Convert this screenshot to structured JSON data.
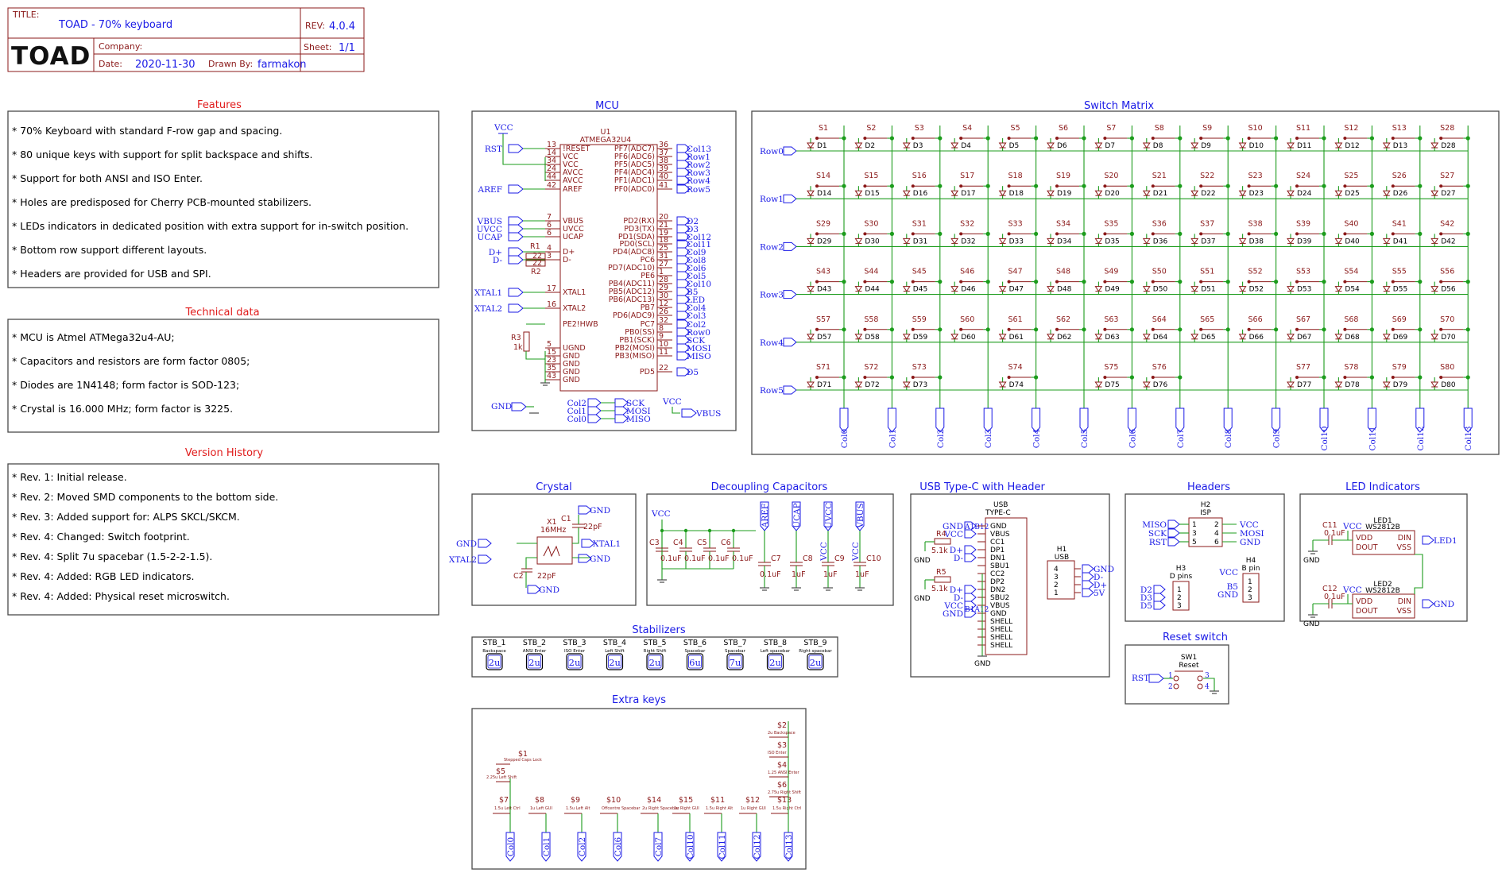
{
  "title_block": {
    "title_label": "TITLE:",
    "title": "TOAD - 70% keyboard",
    "rev_label": "REV:",
    "rev": "4.0.4",
    "logo": "TOAD",
    "company_label": "Company:",
    "sheet_label": "Sheet:",
    "sheet": "1/1",
    "date_label": "Date:",
    "date": "2020-11-30",
    "drawn_label": "Drawn By:",
    "drawn_by": "farmakon"
  },
  "colors": {
    "note_title": "#e01b1b",
    "section_title": "#1a1ae6",
    "component": "#8b1a1a",
    "wire": "#1c9c1c",
    "label": "#1a1ae6",
    "frame": "#4a4a4a"
  },
  "features": {
    "title": "Features",
    "items": [
      "* 70% Keyboard with standard F-row gap and spacing.",
      "* 80 unique keys with support for split backspace and shifts.",
      "* Support for both ANSI and ISO Enter.",
      "* Holes are predisposed for Cherry PCB-mounted stabilizers.",
      "* LEDs indicators in dedicated position with extra support for in-switch position.",
      "* Bottom row support different layouts.",
      "* Headers are provided for USB and SPI."
    ]
  },
  "technical": {
    "title": "Technical data",
    "items": [
      "* MCU is Atmel ATMega32u4-AU;",
      "* Capacitors and resistors are form factor 0805;",
      "* Diodes are 1N4148; form factor is SOD-123;",
      "* Crystal is 16.000 MHz; form factor is 3225."
    ]
  },
  "history": {
    "title": "Version History",
    "items": [
      "* Rev. 1: Initial release.",
      "* Rev. 2: Moved SMD components to the bottom side.",
      "* Rev. 3: Added support for: ALPS SKCL/SKCM.",
      "* Rev. 4: Changed: Switch footprint.",
      "* Rev. 4: Split 7u spacebar (1.5-2-2-1.5).",
      "* Rev. 4: Added: RGB LED indicators.",
      "* Rev. 4: Added: Physical reset microswitch."
    ]
  },
  "sections": {
    "mcu": "MCU",
    "switch_matrix": "Switch Matrix",
    "crystal": "Crystal",
    "decoupling": "Decoupling Capacitors",
    "usb": "USB Type-C with Header",
    "headers": "Headers",
    "led": "LED Indicators",
    "stabilizers": "Stabilizers",
    "reset": "Reset switch",
    "extra": "Extra keys"
  },
  "mcu": {
    "ref": "U1",
    "part": "ATMEGA32U4",
    "left_pins": [
      {
        "num": "13",
        "name": "!RESET",
        "net": "RST"
      },
      {
        "num": "14",
        "name": "VCC",
        "net": ""
      },
      {
        "num": "34",
        "name": "VCC",
        "net": ""
      },
      {
        "num": "24",
        "name": "AVCC",
        "net": ""
      },
      {
        "num": "44",
        "name": "AVCC",
        "net": ""
      },
      {
        "num": "42",
        "name": "AREF",
        "net": "AREF"
      },
      {
        "num": "7",
        "name": "VBUS",
        "net": "VBUS"
      },
      {
        "num": "6",
        "name": "UVCC",
        "net": "UVCC"
      },
      {
        "num": "6",
        "name": "UCAP",
        "net": "UCAP"
      },
      {
        "num": "4",
        "name": "D+",
        "net": "D+"
      },
      {
        "num": "3",
        "name": "D-",
        "net": "D-"
      },
      {
        "num": "17",
        "name": "XTAL1",
        "net": "XTAL1"
      },
      {
        "num": "16",
        "name": "XTAL2",
        "net": "XTAL2"
      },
      {
        "num": "",
        "name": "PE2!HWB",
        "net": ""
      },
      {
        "num": "5",
        "name": "UGND",
        "net": ""
      },
      {
        "num": "15",
        "name": "GND",
        "net": ""
      },
      {
        "num": "23",
        "name": "GND",
        "net": ""
      },
      {
        "num": "35",
        "name": "GND",
        "net": ""
      },
      {
        "num": "43",
        "name": "GND",
        "net": ""
      }
    ],
    "right_pins": [
      {
        "num": "36",
        "name": "PF7(ADC7)",
        "net": "Col13"
      },
      {
        "num": "37",
        "name": "PF6(ADC6)",
        "net": "Row1"
      },
      {
        "num": "38",
        "name": "PF5(ADC5)",
        "net": "Row2"
      },
      {
        "num": "39",
        "name": "PF4(ADC4)",
        "net": "Row3"
      },
      {
        "num": "40",
        "name": "PF1(ADC1)",
        "net": "Row4"
      },
      {
        "num": "41",
        "name": "PF0(ADC0)",
        "net": "Row5"
      },
      {
        "num": "20",
        "name": "PD2(RX)",
        "net": "D2"
      },
      {
        "num": "21",
        "name": "PD3(TX)",
        "net": "D3"
      },
      {
        "num": "19",
        "name": "PD1(SDA)",
        "net": "Col12"
      },
      {
        "num": "18",
        "name": "PD0(SCL)",
        "net": "Col11"
      },
      {
        "num": "25",
        "name": "PD4(ADC8)",
        "net": "Col9"
      },
      {
        "num": "31",
        "name": "PC6",
        "net": "Col8"
      },
      {
        "num": "27",
        "name": "PD7(ADC10)",
        "net": "Col6"
      },
      {
        "num": "1",
        "name": "PE6",
        "net": "Col5"
      },
      {
        "num": "28",
        "name": "PB4(ADC11)",
        "net": "Col10"
      },
      {
        "num": "29",
        "name": "PB5(ADC12)",
        "net": "B5"
      },
      {
        "num": "30",
        "name": "PB6(ADC13)",
        "net": "LED"
      },
      {
        "num": "12",
        "name": "PB7",
        "net": "Col4"
      },
      {
        "num": "26",
        "name": "PD6(ADC9)",
        "net": "Col3"
      },
      {
        "num": "32",
        "name": "PC7",
        "net": "Col2"
      },
      {
        "num": "8",
        "name": "PB0(SS)",
        "net": "Row0"
      },
      {
        "num": "9",
        "name": "PB1(SCK)",
        "net": "SCK"
      },
      {
        "num": "10",
        "name": "PB2(MOSI)",
        "net": "MOSI"
      },
      {
        "num": "11",
        "name": "PB3(MISO)",
        "net": "MISO"
      },
      {
        "num": "22",
        "name": "PD5",
        "net": "D5"
      }
    ],
    "resistor_r1": "R1",
    "resistor_r2": "R2",
    "r_value": "22",
    "r3": "R3",
    "r3_value": "1k",
    "vcc": "VCC",
    "gnd": "GND",
    "bottom_labels": [
      "Col2",
      "Col1",
      "Col0",
      "SCK",
      "MOSI",
      "MISO",
      "VCC",
      "VBUS"
    ]
  },
  "matrix": {
    "rows": [
      "Row0",
      "Row1",
      "Row2",
      "Row3",
      "Row4",
      "Row5"
    ],
    "cols": [
      "Col0",
      "Col1",
      "Col2",
      "Col3",
      "Col4",
      "Col5",
      "Col6",
      "Col7",
      "Col8",
      "Col9",
      "Col10",
      "Col11",
      "Col12",
      "Col13"
    ],
    "grid": [
      [
        1,
        2,
        3,
        4,
        5,
        6,
        7,
        8,
        9,
        10,
        11,
        12,
        13,
        28
      ],
      [
        14,
        15,
        16,
        17,
        18,
        19,
        20,
        21,
        22,
        23,
        24,
        25,
        26,
        27
      ],
      [
        29,
        30,
        31,
        32,
        33,
        34,
        35,
        36,
        37,
        38,
        39,
        40,
        41,
        42
      ],
      [
        43,
        44,
        45,
        46,
        47,
        48,
        49,
        50,
        51,
        52,
        53,
        54,
        55,
        56
      ],
      [
        57,
        58,
        59,
        60,
        61,
        62,
        63,
        64,
        65,
        66,
        67,
        68,
        69,
        70
      ],
      [
        71,
        72,
        73,
        0,
        74,
        0,
        75,
        76,
        0,
        0,
        77,
        78,
        79,
        80
      ]
    ]
  },
  "crystal": {
    "ref": "X1",
    "freq": "16MHz",
    "c1": "C1",
    "c2": "C2",
    "cap": "22pF",
    "labels": [
      "GND",
      "XTAL1",
      "GND",
      "GND",
      "XTAL2",
      "GND"
    ]
  },
  "decoupling": {
    "caps": [
      "C3",
      "C4",
      "C5",
      "C6"
    ],
    "value": "0.1uF",
    "vcc": "VCC",
    "rails": [
      {
        "net": "AREF",
        "ref": "C7",
        "value": "0.1uF"
      },
      {
        "net": "UCAP",
        "ref": "C8",
        "value": "1uF"
      },
      {
        "net": "UVCC",
        "ref": "C9",
        "value": "1uF"
      },
      {
        "net": "VBUS",
        "ref": "C10",
        "value": "1uF"
      }
    ],
    "vcc_labels": [
      "VCC",
      "VCC"
    ]
  },
  "usb": {
    "ref": "USB",
    "part": "TYPE-C",
    "pins": [
      "GND",
      "VBUS",
      "CC1",
      "DP1",
      "DN1",
      "SBU1",
      "CC2",
      "DP2",
      "DN2",
      "SBU2",
      "VBUS",
      "GND",
      "SHELL",
      "SHELL",
      "SHELL",
      "SHELL"
    ],
    "r4": "R4",
    "r5": "R5",
    "r_value": "5.1k",
    "pin_nums_a": "A1B12",
    "pin_nums_b": "B1A12",
    "header_ref": "H1",
    "header_name": "USB",
    "header_pins": [
      {
        "num": "4",
        "net": "GND"
      },
      {
        "num": "3",
        "net": "D-"
      },
      {
        "num": "2",
        "net": "D+"
      },
      {
        "num": "1",
        "net": "5V"
      }
    ],
    "left_labels": [
      "GND",
      "VCC",
      "D+",
      "D-",
      "D+",
      "D-",
      "VCC",
      "GND"
    ],
    "gnd": "GND"
  },
  "headers": {
    "h2_ref": "H2",
    "h2_name": "ISP",
    "h2_pins_left": [
      "1",
      "3",
      "5"
    ],
    "h2_pins_right": [
      "2",
      "4",
      "6"
    ],
    "h2_left_nets": [
      "MISO",
      "SCK",
      "RST"
    ],
    "h2_right_nets": [
      "VCC",
      "MOSI",
      "GND"
    ],
    "h3_ref": "H3",
    "h3_name": "D pins",
    "h3_nets": [
      "D2",
      "D3",
      "D5"
    ],
    "h3_pins": [
      "1",
      "2",
      "3"
    ],
    "h4_ref": "H4",
    "h4_name": "B pin",
    "h4_nets": [
      "VCC",
      "B5",
      "GND"
    ],
    "h4_pins": [
      "1",
      "2",
      "3"
    ]
  },
  "led": {
    "led1": {
      "ref": "LED1",
      "part": "WS2812B",
      "cap": "C11",
      "cap_value": "0.1uF",
      "out_net": "LED1",
      "gnd": "GND"
    },
    "led2": {
      "ref": "LED2",
      "part": "WS2812B",
      "cap": "C12",
      "cap_value": "0.1uF",
      "out_net": "GND",
      "gnd": "GND"
    },
    "pins": {
      "vdd": "VDD",
      "dout": "DOUT",
      "din": "DIN",
      "vss": "VSS"
    },
    "vcc": "VCC"
  },
  "stabilizers": [
    {
      "ref": "STB_1",
      "desc": "Backspace",
      "size": "2u"
    },
    {
      "ref": "STB_2",
      "desc": "ANSI Enter",
      "size": "2u"
    },
    {
      "ref": "STB_3",
      "desc": "ISO Enter",
      "size": "2u"
    },
    {
      "ref": "STB_4",
      "desc": "Left Shift",
      "size": "2u"
    },
    {
      "ref": "STB_5",
      "desc": "Right Shift",
      "size": "2u"
    },
    {
      "ref": "STB_6",
      "desc": "Spacebar",
      "size": "6u"
    },
    {
      "ref": "STB_7",
      "desc": "Spacebar",
      "size": "7u"
    },
    {
      "ref": "STB_8",
      "desc": "Left spacebar",
      "size": "2u"
    },
    {
      "ref": "STB_9",
      "desc": "Right spacebar",
      "size": "2u"
    }
  ],
  "reset": {
    "ref": "SW1",
    "name": "Reset",
    "net": "RST",
    "pins": [
      "1",
      "2",
      "3",
      "4"
    ]
  },
  "extra": {
    "bottom_cols": [
      "Col0",
      "Col1",
      "Col2",
      "Col6",
      "Col7",
      "Col10",
      "Col11",
      "Col12",
      "Col13"
    ],
    "bottom_keys": [
      {
        "ref": "$7",
        "desc": "1.5u Left Ctrl"
      },
      {
        "ref": "$8",
        "desc": "1u Left GUI"
      },
      {
        "ref": "$9",
        "desc": "1.5u Left Alt"
      },
      {
        "ref": "$10",
        "desc": "Offcentre Spacebar"
      },
      {
        "ref": "$14",
        "desc": "2u Right Spacebar"
      },
      {
        "ref": "$15",
        "desc": "1u Right GUI"
      },
      {
        "ref": "$11",
        "desc": "1.5u Right Alt"
      },
      {
        "ref": "$12",
        "desc": "1u Right GUI"
      },
      {
        "ref": "$13",
        "desc": "1.5u Right Ctrl"
      }
    ],
    "left_stack": [
      {
        "ref": "$1",
        "desc": "Stepped Caps Lock"
      },
      {
        "ref": "$5",
        "desc": "2.25u Left Shift"
      }
    ],
    "right_stack": [
      {
        "ref": "$2",
        "desc": "2u Backspace"
      },
      {
        "ref": "$3",
        "desc": "ISO Enter"
      },
      {
        "ref": "$4",
        "desc": "1.25 ANSI Enter"
      },
      {
        "ref": "$6",
        "desc": "2.75u Right Shift"
      }
    ]
  }
}
